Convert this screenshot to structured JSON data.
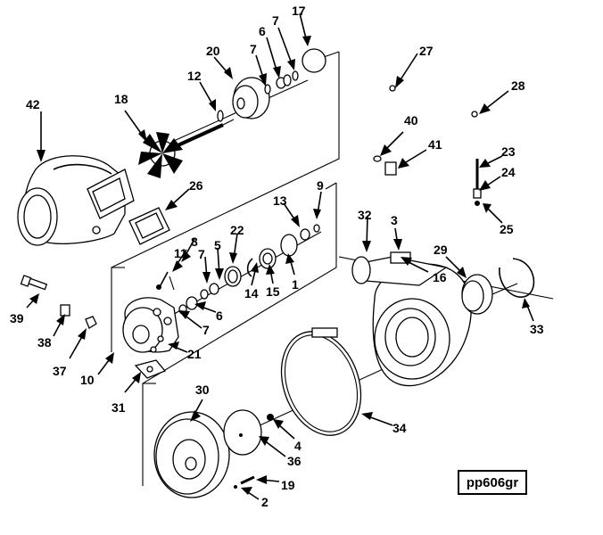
{
  "diagram_code": "pp606gr",
  "callouts": [
    "1",
    "2",
    "3",
    "4",
    "5",
    "6",
    "6",
    "7",
    "7",
    "7",
    "8",
    "9",
    "10",
    "11",
    "12",
    "13",
    "14",
    "15",
    "16",
    "17",
    "18",
    "19",
    "20",
    "21",
    "22",
    "23",
    "24",
    "25",
    "26",
    "27",
    "28",
    "29",
    "30",
    "31",
    "32",
    "33",
    "34",
    "36",
    "37",
    "38",
    "39",
    "40",
    "41",
    "42"
  ]
}
